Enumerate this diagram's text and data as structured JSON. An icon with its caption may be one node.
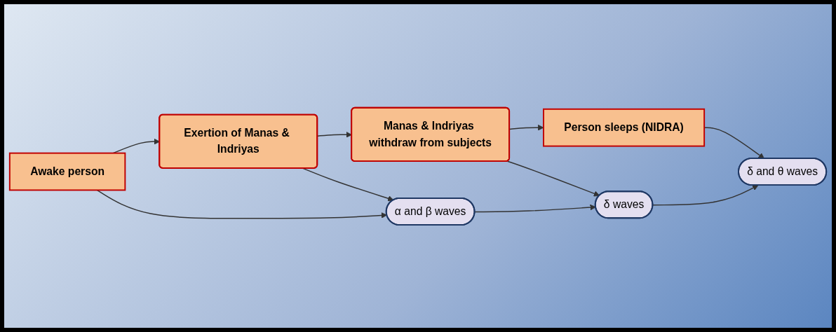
{
  "diagram": {
    "nodes": [
      {
        "text": [
          "Awake person"
        ]
      },
      {
        "text": [
          "Exertion of Manas & Indriyas"
        ]
      },
      {
        "text": [
          "Manas & Indriyas withdraw from subjects"
        ]
      },
      {
        "text": [
          "Person sleeps (NIDRA)"
        ]
      },
      {
        "text": [
          "α and β waves"
        ]
      },
      {
        "text": [
          "δ waves"
        ]
      },
      {
        "text": [
          "δ and θ waves"
        ]
      }
    ],
    "edges": [
      {
        "from": 0,
        "to": 1,
        "arrow": "to"
      },
      {
        "from": 1,
        "to": 2,
        "arrow": "to"
      },
      {
        "from": 2,
        "to": 3,
        "arrow": "to"
      },
      {
        "from": 0,
        "to": 4,
        "arrow": "to"
      },
      {
        "from": 1,
        "to": 4,
        "arrow": "to"
      },
      {
        "from": 2,
        "to": 5,
        "arrow": "to"
      },
      {
        "from": 3,
        "to": 6,
        "arrow": "to"
      },
      {
        "from": 4,
        "to": 5,
        "arrow": "to"
      },
      {
        "from": 5,
        "to": 6,
        "arrow": "to"
      }
    ]
  }
}
